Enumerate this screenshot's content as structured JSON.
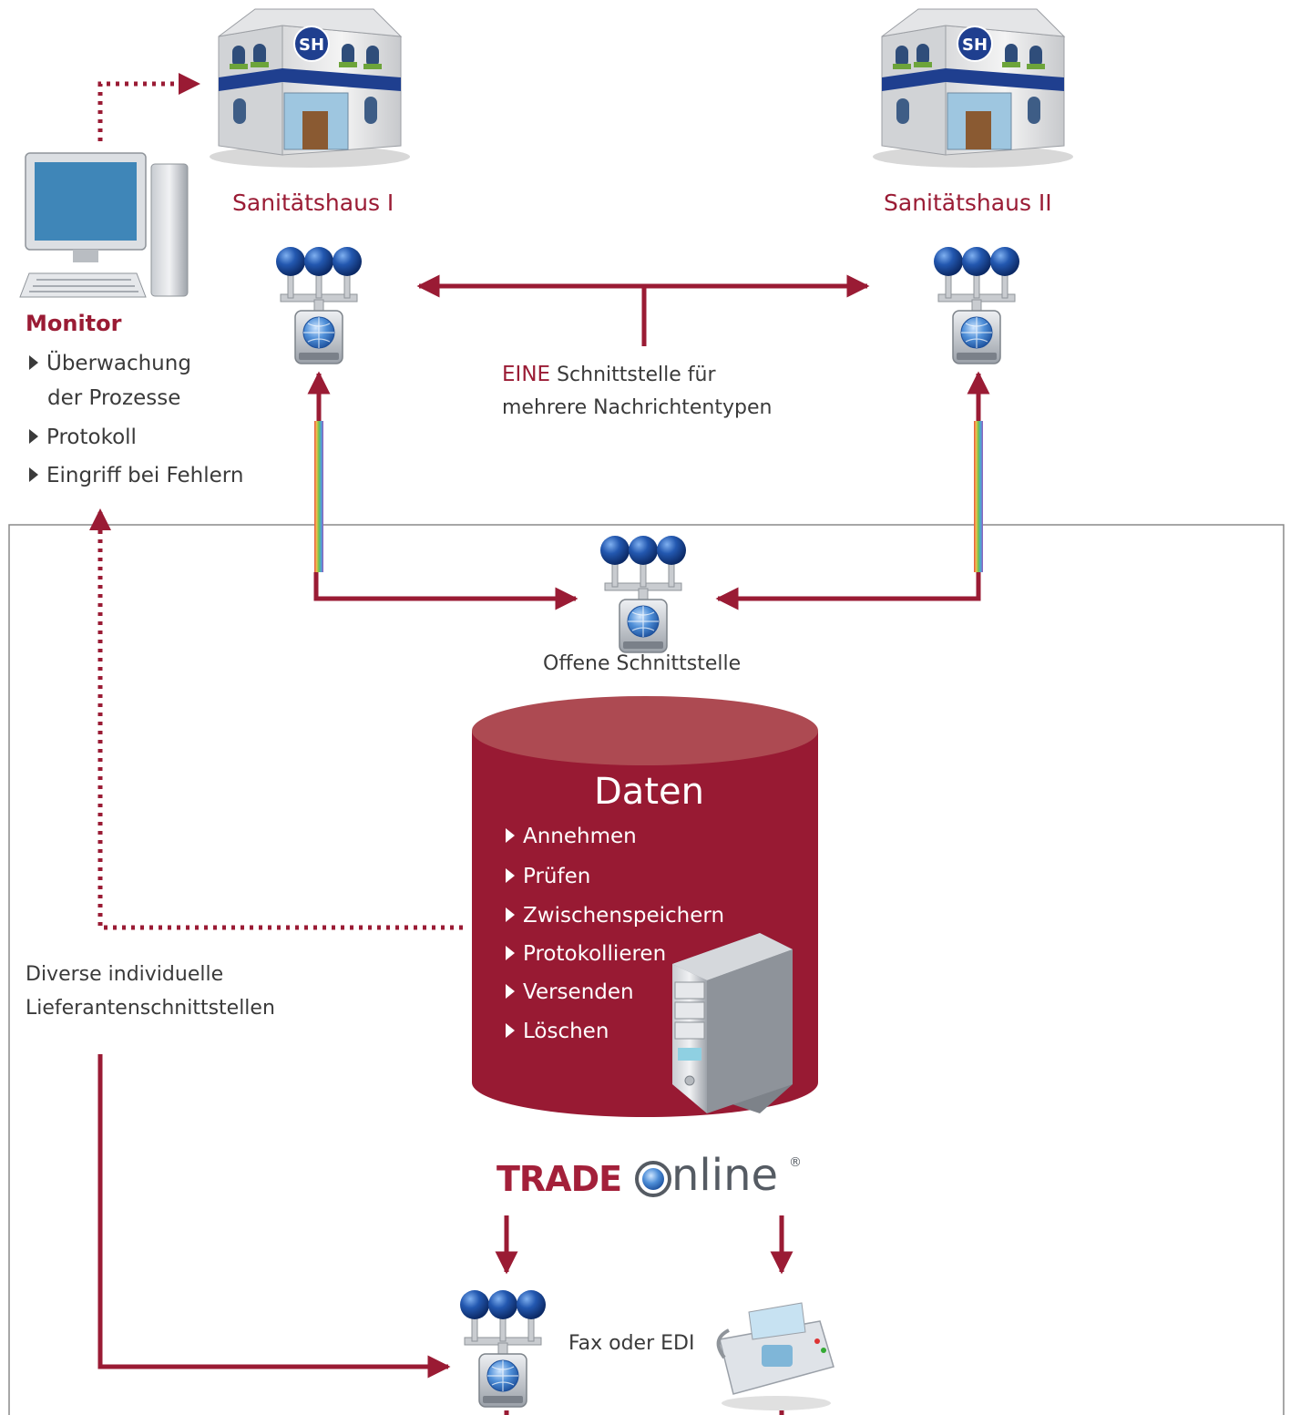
{
  "nodes": {
    "store1_label": "Sanitätshaus I",
    "store2_label": "Sanitätshaus II",
    "building_badge": "SH",
    "monitor_title": "Monitor",
    "monitor_items": [
      "Überwachung",
      "der Prozesse",
      "Protokoll",
      "Eingriff bei Fehlern"
    ],
    "interface_note_highlight": "EINE",
    "interface_note_line1": "Schnittstelle für",
    "interface_note_line2": "mehrere Nachrichtentypen",
    "open_interface_label": "Offene Schnittstelle",
    "data_title": "Daten",
    "data_items": [
      "Annehmen",
      "Prüfen",
      "Zwischenspeichern",
      "Protokollieren",
      "Versenden",
      "Löschen"
    ],
    "suppliers_line1": "Diverse individuelle",
    "suppliers_line2": "Lieferantenschnittstellen",
    "logo_part1": "TRADE",
    "logo_part2": "nline",
    "logo_reg": "®",
    "fax_edi_label": "Fax oder EDI"
  },
  "colors": {
    "accent": "#9a1b34",
    "cylinder_top": "#ad4a52",
    "text": "#3a3a3a",
    "orb": "#1f4fa0",
    "frame": "#8a8a8a"
  },
  "icons": [
    "building-icon",
    "computer-icon",
    "interface-hub-icon",
    "server-icon",
    "fax-icon",
    "globe-icon"
  ]
}
